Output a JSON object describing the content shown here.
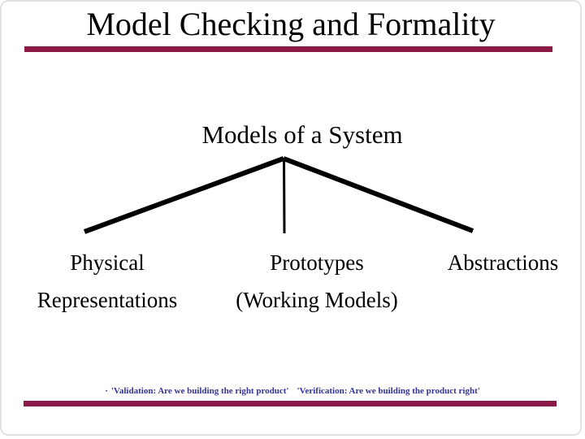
{
  "slide": {
    "title": "Model Checking and Formality",
    "heading": "Models of a System",
    "nodes": {
      "left": {
        "line1": "Physical",
        "line2": "Representations"
      },
      "center": {
        "line1": "Prototypes",
        "line2": "(Working Models)"
      },
      "right": {
        "line1": "Abstractions"
      }
    },
    "footnote": {
      "bullet": "·",
      "validation": "'Validation: Are we building the right product'",
      "verification": "'Verification: Are we building the product right'"
    },
    "colors": {
      "accent_rule": "#8c1a46",
      "footnote_text": "#333399",
      "tree_lines": "#000000",
      "background": "#ffffff"
    }
  }
}
